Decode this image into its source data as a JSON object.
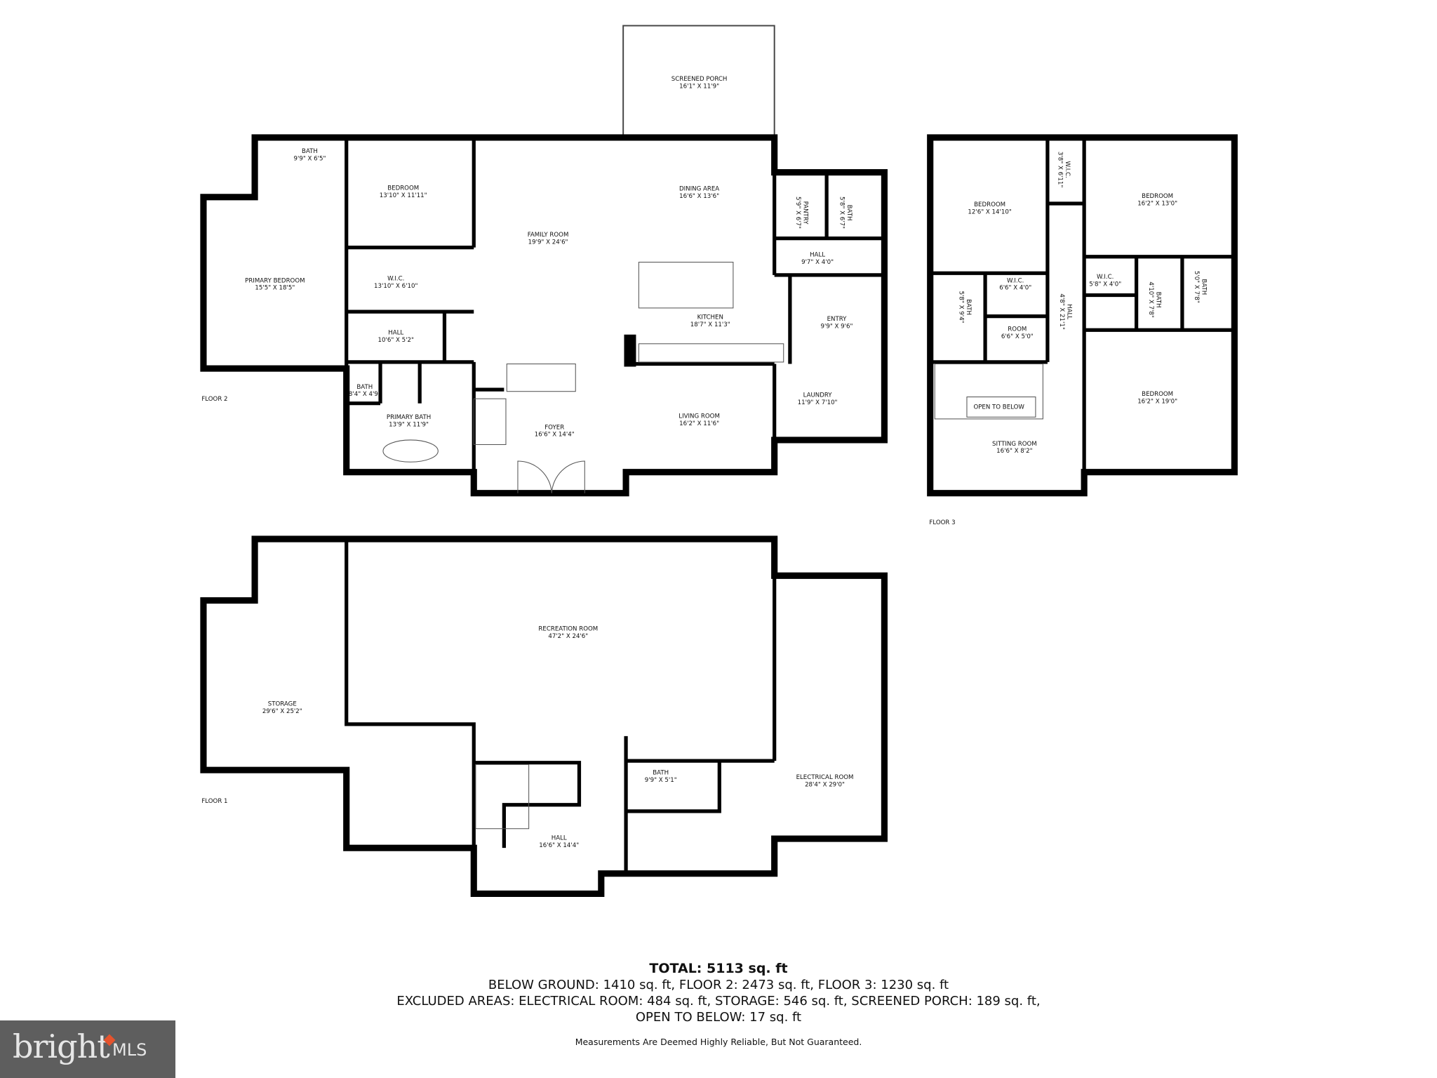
{
  "floor2": {
    "label": "FLOOR 2",
    "rooms": [
      {
        "name": "SCREENED PORCH",
        "dims": "16'1\" X 11'9\""
      },
      {
        "name": "BATH",
        "dims": "9'9\" X 6'5\""
      },
      {
        "name": "BEDROOM",
        "dims": "13'10\" X 11'11\""
      },
      {
        "name": "PRIMARY BEDROOM",
        "dims": "15'5\" X 18'5\""
      },
      {
        "name": "W.I.C.",
        "dims": "13'10\" X 6'10\""
      },
      {
        "name": "HALL",
        "dims": "10'6\" X 5'2\""
      },
      {
        "name": "BATH",
        "dims": "8'4\" X 4'9\""
      },
      {
        "name": "PRIMARY BATH",
        "dims": "13'9\" X 11'9\""
      },
      {
        "name": "FAMILY ROOM",
        "dims": "19'9\" X 24'6\""
      },
      {
        "name": "DINING AREA",
        "dims": "16'6\" X 13'6\""
      },
      {
        "name": "PANTRY",
        "dims": "5'9\" X 6'7\""
      },
      {
        "name": "BATH",
        "dims": "5'8\" X 6'7\""
      },
      {
        "name": "HALL",
        "dims": "9'7\" X 4'0\""
      },
      {
        "name": "KITCHEN",
        "dims": "18'7\" X 11'3\""
      },
      {
        "name": "ENTRY",
        "dims": "9'9\" X 9'6\""
      },
      {
        "name": "LAUNDRY",
        "dims": "11'9\" X 7'10\""
      },
      {
        "name": "LIVING ROOM",
        "dims": "16'2\" X 11'6\""
      },
      {
        "name": "FOYER",
        "dims": "16'6\" X 14'4\""
      }
    ]
  },
  "floor3": {
    "label": "FLOOR 3",
    "rooms": [
      {
        "name": "BEDROOM",
        "dims": "12'6\" X 14'10\""
      },
      {
        "name": "W.I.C.",
        "dims": "3'8\" X 6'11\""
      },
      {
        "name": "BEDROOM",
        "dims": "16'2\" X 13'0\""
      },
      {
        "name": "W.I.C.",
        "dims": "5'8\" X 4'0\""
      },
      {
        "name": "BATH",
        "dims": "5'0\" X 7'8\""
      },
      {
        "name": "BATH",
        "dims": "4'10\" X 7'8\""
      },
      {
        "name": "BATH",
        "dims": "5'8\" X 9'4\""
      },
      {
        "name": "W.I.C.",
        "dims": "6'6\" X 4'0\""
      },
      {
        "name": "ROOM",
        "dims": "6'6\" X 5'0\""
      },
      {
        "name": "HALL",
        "dims": "4'8\" X 21'1\""
      },
      {
        "name": "OPEN TO BELOW",
        "dims": ""
      },
      {
        "name": "SITTING ROOM",
        "dims": "16'6\" X 8'2\""
      },
      {
        "name": "BEDROOM",
        "dims": "16'2\" X 19'0\""
      }
    ]
  },
  "floor1": {
    "label": "FLOOR 1",
    "rooms": [
      {
        "name": "RECREATION ROOM",
        "dims": "47'2\" X 24'6\""
      },
      {
        "name": "STORAGE",
        "dims": "29'6\" X 25'2\""
      },
      {
        "name": "BATH",
        "dims": "9'9\" X 5'1\""
      },
      {
        "name": "ELECTRICAL ROOM",
        "dims": "28'4\" X 29'0\""
      },
      {
        "name": "HALL",
        "dims": "16'6\" X 14'4\""
      }
    ]
  },
  "summary": {
    "total": "TOTAL: 5113 sq. ft",
    "line1": "BELOW GROUND: 1410 sq. ft, FLOOR 2: 2473 sq. ft, FLOOR 3: 1230 sq. ft",
    "line2": "EXCLUDED AREAS: ELECTRICAL ROOM: 484 sq. ft, STORAGE: 546 sq. ft, SCREENED PORCH: 189 sq. ft,",
    "line3": "OPEN TO BELOW: 17 sq. ft",
    "disclaimer": "Measurements Are Deemed Highly Reliable, But Not Guaranteed."
  },
  "logo": {
    "brand": "bright",
    "suffix": "MLS",
    "colors": {
      "background": "#5e5e5e",
      "accent": "#e5532d"
    }
  }
}
